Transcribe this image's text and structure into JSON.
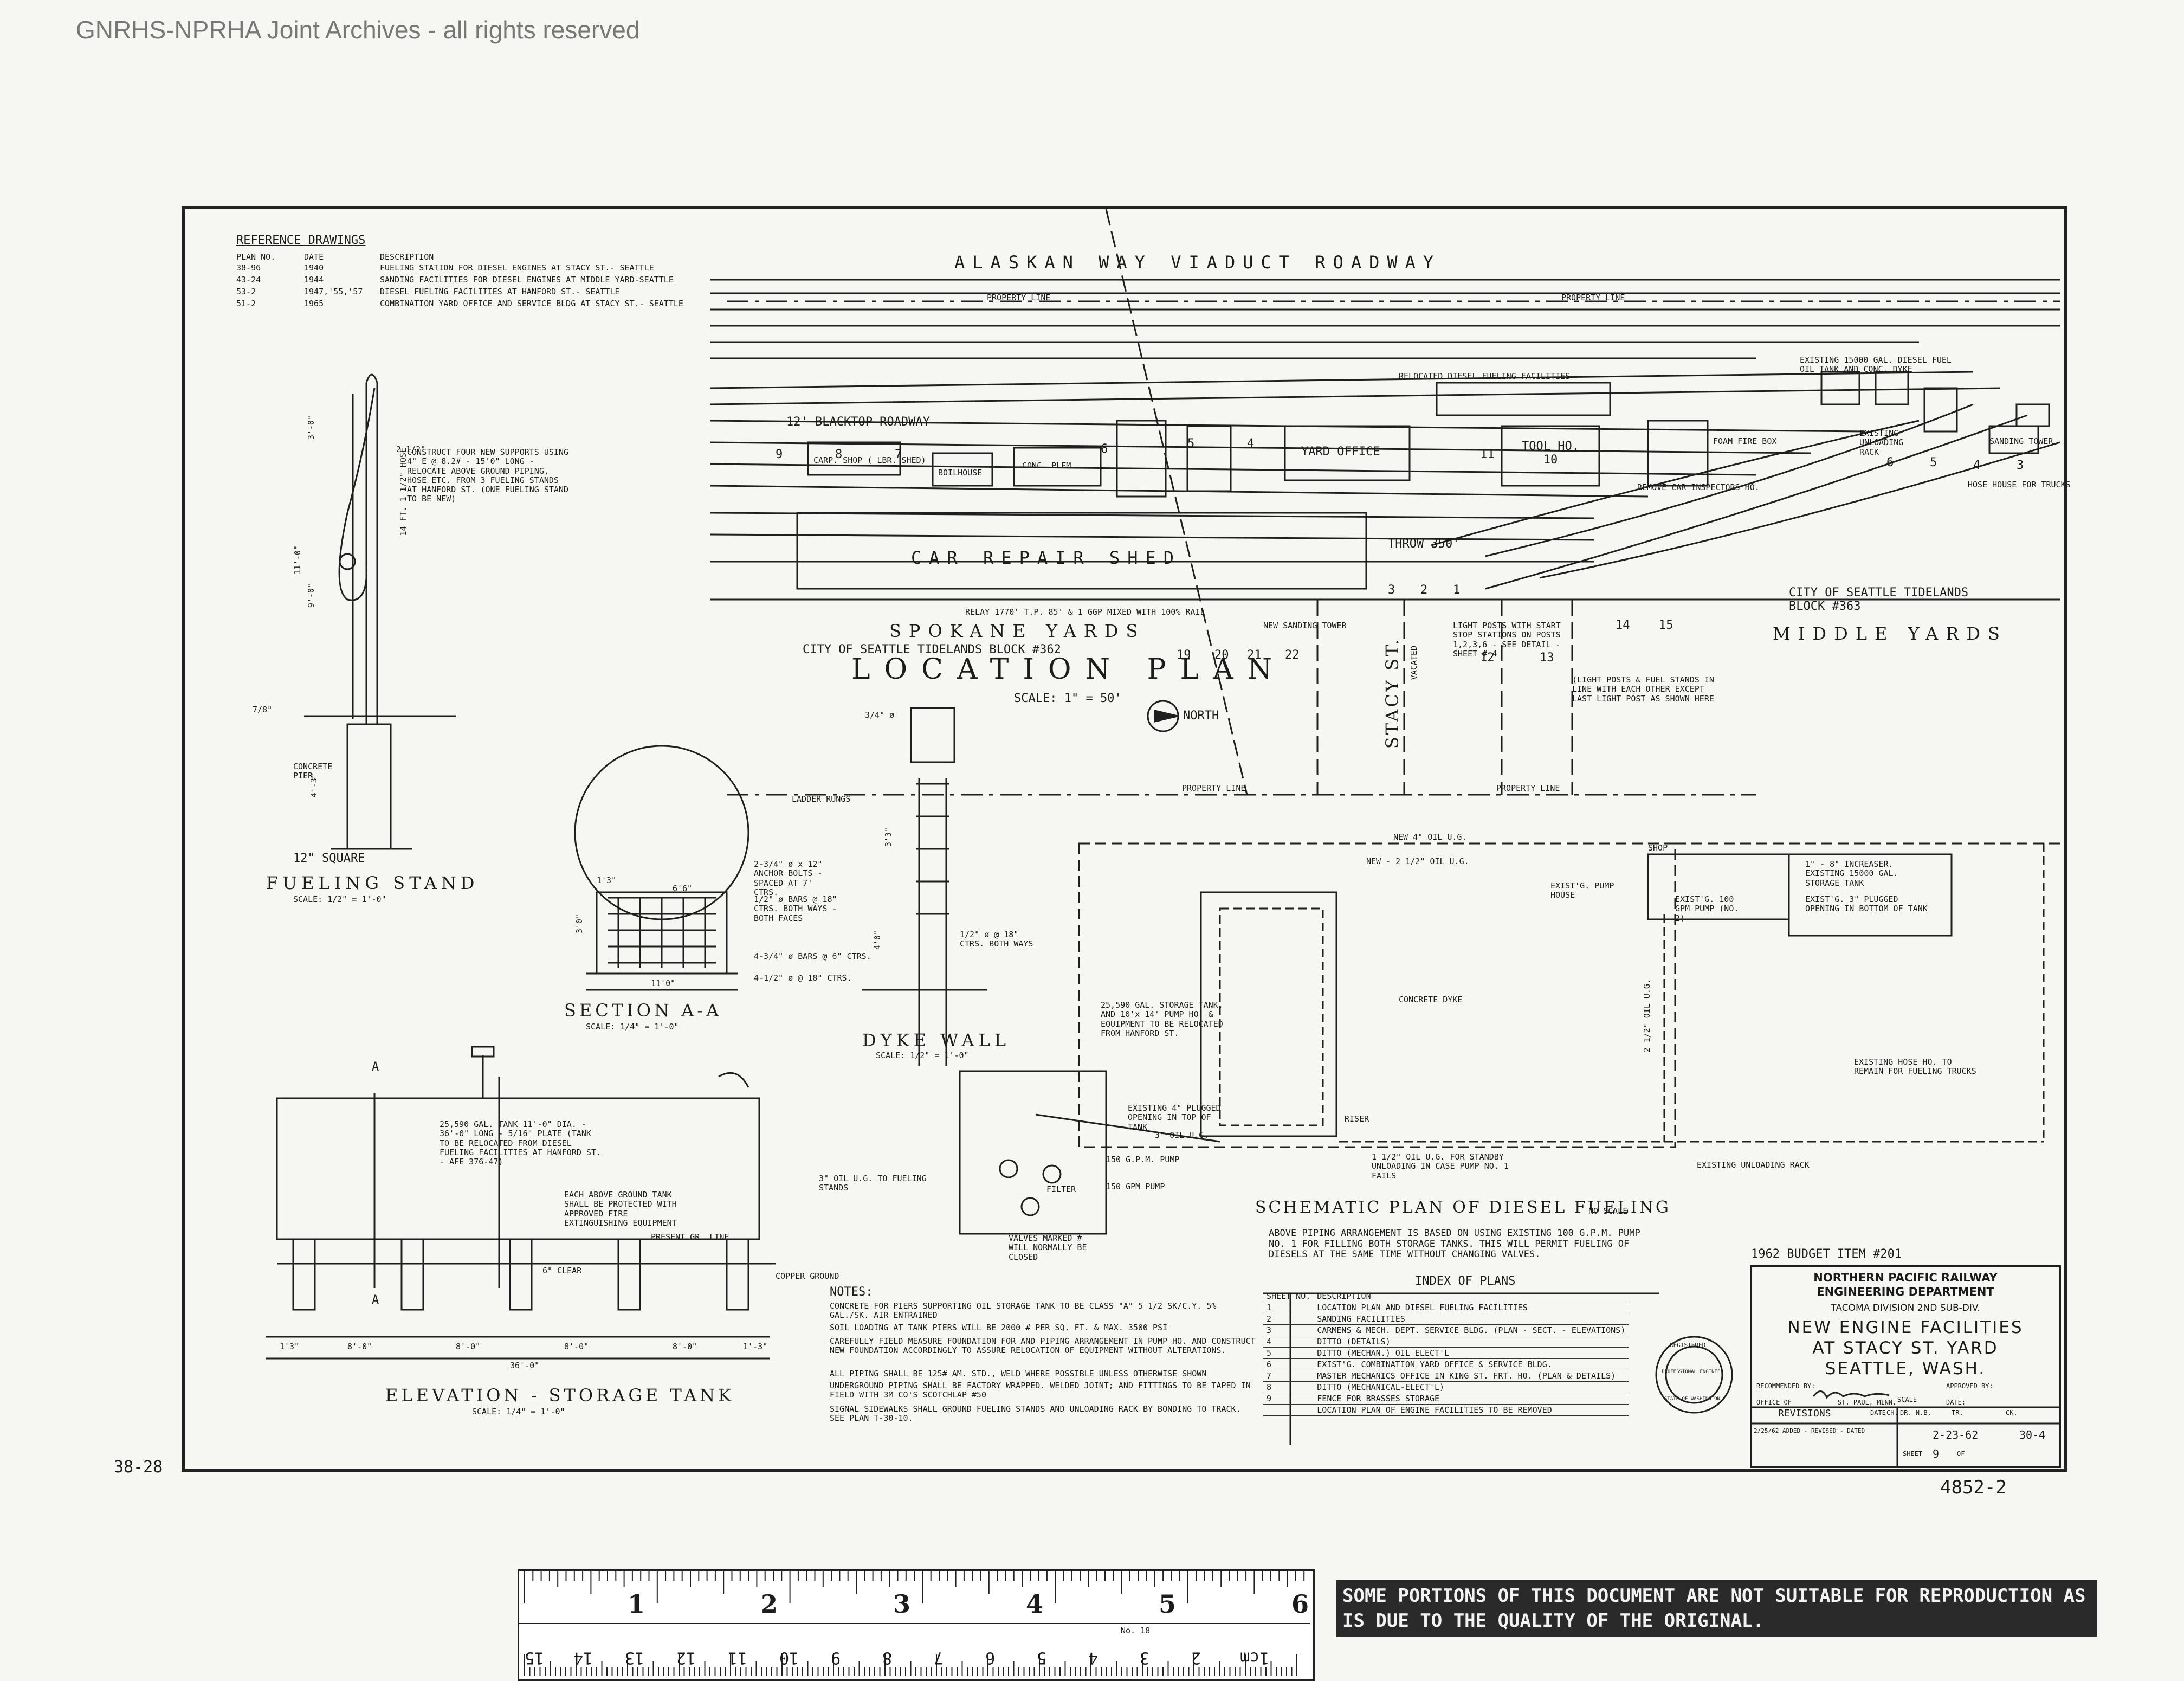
{
  "header": {
    "archive_credit": "GNRHS-NPRHA Joint Archives - all rights reserved"
  },
  "reference": {
    "title": "REFERENCE DRAWINGS",
    "col_plan": "PLAN NO.",
    "col_date": "DATE",
    "col_desc": "DESCRIPTION",
    "rows": [
      {
        "plan": "38-96",
        "date": "1940",
        "desc": "FUELING STATION FOR DIESEL ENGINES AT STACY ST.- SEATTLE"
      },
      {
        "plan": "43-24",
        "date": "1944",
        "desc": "SANDING FACILITIES FOR DIESEL ENGINES AT MIDDLE YARD-SEATTLE"
      },
      {
        "plan": "53-2",
        "date": "1947,'55,'57",
        "desc": "DIESEL FUELING FACILITIES AT HANFORD ST.- SEATTLE"
      },
      {
        "plan": "51-2",
        "date": "1965",
        "desc": "COMBINATION YARD OFFICE AND SERVICE BLDG AT STACY ST.- SEATTLE"
      }
    ]
  },
  "location_plan": {
    "roadway": "ALASKAN WAY VIADUCT ROADWAY",
    "property_line": "PROPERTY LINE",
    "title": "LOCATION PLAN",
    "scale": "SCALE: 1\" = 50'",
    "north": "NORTH",
    "spokane_yards": "SPOKANE YARDS",
    "spokane_block": "CITY OF SEATTLE TIDELANDS BLOCK #362",
    "middle_yards": "MIDDLE YARDS",
    "middle_block": "CITY OF SEATTLE TIDELANDS BLOCK #363",
    "stacy_st": "STACY ST.",
    "vacated": "VACATED",
    "car_repair_shed": "CAR REPAIR SHED",
    "yard_office": "YARD OFFICE",
    "carp_shop": "CARP. SHOP ( LBR. SHED)",
    "boilhouse": "BOILHOUSE",
    "conc_plfm": "CONC. PLFM.",
    "tool_house": "TOOL HO. 10",
    "blacktop": "12' BLACKTOP ROADWAY",
    "relay": "RELAY 1770' T.P. 85' & 1 GGP MIXED WITH 100% RAIL",
    "throw": "THROW 350'",
    "new_sanding_tower": "NEW SANDING TOWER",
    "relocated_diesel": "RELOCATED DIESEL FUELING FACILITIES",
    "remove_car_insp": "REMOVE CAR INSPECTORS HO.",
    "foam_fire_box": "FOAM FIRE BOX",
    "existing_unloading_rack": "EXISTING UNLOADING RACK",
    "hose_house": "HOSE HOUSE FOR TRUCKS",
    "sanding_tower": "SANDING TOWER",
    "light_posts_note": "LIGHT POSTS WITH START STOP STATIONS ON POSTS 1,2,3,6 - SEE DETAIL - SHEET # 4",
    "light_posts_note2": "(LIGHT POSTS & FUEL STANDS IN LINE WITH EACH OTHER EXCEPT LAST LIGHT POST AS SHOWN HERE",
    "existing_15000": "EXISTING 15000 GAL. DIESEL FUEL OIL TANK AND CONC. DYKE",
    "track_numbers": [
      "9",
      "8",
      "7",
      "6",
      "5",
      "4",
      "3",
      "2",
      "1",
      "11",
      "12",
      "13",
      "14",
      "15",
      "19",
      "20",
      "21",
      "22"
    ],
    "middle_track_numbers": [
      "6",
      "5",
      "4",
      "3"
    ]
  },
  "fueling_stand": {
    "title": "FUELING STAND",
    "scale": "SCALE: 1/2\" = 1'-0\"",
    "note": "CONSTRUCT FOUR NEW SUPPORTS USING 4\" E @ 8.2# - 15'0\" LONG - RELOCATE ABOVE GROUND PIPING, HOSE ETC. FROM 3 FUELING STANDS AT HANFORD ST. (ONE FUELING STAND TO BE NEW)",
    "concrete_pier": "CONCRETE PIER",
    "square": "12\" SQUARE",
    "dims": [
      "3'-0\"",
      "9'-0\"",
      "11'-0\"",
      "4'-3\"",
      "2 1/2\"",
      "7/8\""
    ],
    "hose": "14 FT. 1 1/2\" HOSE"
  },
  "section_aa": {
    "title": "SECTION A-A",
    "scale": "SCALE: 1/4\" = 1'-0\"",
    "notes": [
      "2-3/4\" ø x 12\" ANCHOR BOLTS - SPACED AT 7' CTRS.",
      "1/2\" ø BARS @ 18\" CTRS. BOTH WAYS - BOTH FACES",
      "4-3/4\" ø BARS @ 6\" CTRS.",
      "4-1/2\" ø @ 18\" CTRS."
    ],
    "dims": [
      "11'0\"",
      "6'6\"",
      "3'0\"",
      "1'3\""
    ]
  },
  "dyke_wall": {
    "title": "DYKE WALL",
    "scale": "SCALE: 1/2\" = 1'-0\"",
    "ladder_rungs": "LADDER RUNGS",
    "bars": "1/2\" ø @ 18\" CTRS. BOTH WAYS",
    "dims": [
      "3/4\" ø",
      "3'3\"",
      "4'0\""
    ]
  },
  "elevation": {
    "title": "ELEVATION - STORAGE TANK",
    "scale": "SCALE: 1/4\" = 1'-0\"",
    "tank_note": "25,590 GAL. TANK 11'-0\" DIA. - 36'-0\" LONG - 5/16\" PLATE (TANK TO BE RELOCATED FROM DIESEL FUELING FACILITIES AT HANFORD ST. - AFE 376-47)",
    "protect_note": "EACH ABOVE GROUND TANK SHALL BE PROTECTED WITH APPROVED FIRE EXTINGUISHING EQUIPMENT",
    "present_gr_line": "PRESENT GR. LINE",
    "copper_ground": "COPPER GROUND",
    "clear": "6\" CLEAR",
    "section_marks": [
      "A",
      "A"
    ],
    "dims": [
      "1'3\"",
      "8'-0\"",
      "8'-0\"",
      "8'-0\"",
      "8'-0\"",
      "1'-3\"",
      "36'-0\""
    ]
  },
  "schematic": {
    "title": "SCHEMATIC PLAN OF DIESEL FUELING",
    "no_scale": "NO SCALE",
    "new_4_oil": "NEW 4\" OIL U.G.",
    "new_2_oil": "NEW - 2 1/2\" OIL U.G.",
    "existing_pump_house": "EXIST'G. PUMP HOUSE",
    "existing_100_gpm": "EXIST'G. 100 GPM PUMP (NO. 2)",
    "existing_15000_tank": "1\" - 8\" INCREASER. EXISTING 15000 GAL. STORAGE TANK",
    "plugged_opening": "EXIST'G. 3\" PLUGGED OPENING IN BOTTOM OF TANK",
    "concrete_dyke": "CONCRETE DYKE",
    "storage_tank_note": "25,590 GAL. STORAGE TANK, AND 10'x 14' PUMP HO. & EQUIPMENT TO BE RELOCATED FROM HANFORD ST.",
    "existing_4_plugged": "EXISTING 4\" PLUGGED OPENING IN TOP OF TANK",
    "riser": "RISER",
    "oil_ug_3": "3\" OIL U.G.",
    "oil_ug_fueling": "3\" OIL U.G. TO FUELING STANDS",
    "gpm_150a": "150 G.P.M. PUMP",
    "gpm_150b": "150 GPM PUMP",
    "filter": "FILTER",
    "valves_marked": "VALVES MARKED # WILL NORMALLY BE CLOSED",
    "standby": "1 1/2\" OIL U.G. FOR STANDBY UNLOADING IN CASE PUMP NO. 1 FAILS",
    "existing_unloading_rack": "EXISTING UNLOADING RACK",
    "existing_hose_ho": "EXISTING HOSE HO. TO REMAIN FOR FUELING TRUCKS",
    "shop": "SHOP",
    "oil_ug_vertical": "2 1/2\" OIL U.G."
  },
  "above_piping_note": "ABOVE PIPING ARRANGEMENT IS BASED ON USING EXISTING 100 G.P.M. PUMP NO. 1 FOR FILLING BOTH STORAGE TANKS. THIS WILL PERMIT FUELING OF DIESELS AT THE SAME TIME WITHOUT CHANGING VALVES.",
  "notes": {
    "title": "NOTES:",
    "lines": [
      "CONCRETE FOR PIERS SUPPORTING OIL STORAGE TANK TO BE CLASS \"A\" 5 1/2 SK/C.Y. 5% GAL./SK. AIR ENTRAINED",
      "SOIL LOADING AT TANK PIERS WILL BE 2000 # PER SQ. FT.          & MAX. 3500 PSI",
      "CAREFULLY FIELD MEASURE FOUNDATION FOR AND PIPING ARRANGEMENT IN PUMP HO. AND CONSTRUCT NEW FOUNDATION ACCORDINGLY TO ASSURE RELOCATION OF EQUIPMENT WITHOUT ALTERATIONS.",
      "ALL PIPING SHALL BE 125# AM. STD., WELD WHERE POSSIBLE UNLESS OTHERWISE SHOWN",
      "UNDERGROUND PIPING SHALL BE FACTORY WRAPPED. WELDED JOINT; AND FITTINGS TO BE TAPED IN FIELD WITH 3M CO'S SCOTCHLAP #50",
      "SIGNAL SIDEWALKS SHALL GROUND FUELING STANDS AND UNLOADING RACK BY BONDING TO TRACK. SEE PLAN T-30-10."
    ]
  },
  "index_of_plans": {
    "title": "INDEX OF PLANS",
    "col_sheet": "SHEET NO.",
    "col_desc": "DESCRIPTION",
    "rows": [
      {
        "no": "1",
        "desc": "LOCATION PLAN AND DIESEL FUELING FACILITIES"
      },
      {
        "no": "2",
        "desc": "SANDING FACILITIES"
      },
      {
        "no": "3",
        "desc": "CARMENS & MECH. DEPT. SERVICE BLDG. (PLAN - SECT. - ELEVATIONS)"
      },
      {
        "no": "4",
        "desc": "DITTO                                          (DETAILS)"
      },
      {
        "no": "5",
        "desc": "DITTO                        (MECHAN.) OIL ELECT'L"
      },
      {
        "no": "6",
        "desc": "EXIST'G. COMBINATION YARD OFFICE & SERVICE BLDG."
      },
      {
        "no": "7",
        "desc": "MASTER MECHANICS OFFICE IN KING ST. FRT. HO. (PLAN & DETAILS)"
      },
      {
        "no": "8",
        "desc": "DITTO                        (MECHANICAL-ELECT'L)"
      },
      {
        "no": "9",
        "desc": "FENCE FOR BRASSES STORAGE"
      },
      {
        "no": "",
        "desc": "LOCATION PLAN OF ENGINE FACILITIES TO BE REMOVED"
      }
    ]
  },
  "title_block": {
    "budget": "1962 BUDGET ITEM #201",
    "company": "NORTHERN PACIFIC RAILWAY",
    "dept": "ENGINEERING DEPARTMENT",
    "division": "TACOMA DIVISION 2ND SUB-DIV.",
    "line1": "NEW ENGINE FACILITIES",
    "line2": "AT STACY ST. YARD",
    "line3": "SEATTLE, WASH.",
    "recommended_by": "RECOMMENDED BY:",
    "approved_by": "APPROVED BY:",
    "office_of": "OFFICE OF",
    "st_paul": "ST. PAUL, MINN.",
    "date_label": "DATE:",
    "revisions": "REVISIONS",
    "scale": "SCALE",
    "afe_no": "2-23-62",
    "sheet_no": "9",
    "job_no": "30-4",
    "plan_no": "4852-2",
    "left_marker": "38-28",
    "sheet_label": "SHEET",
    "of_label": "OF",
    "date_col": "DATE",
    "ch_col": "CH.",
    "dr_col": "DR. N.B.",
    "tr_col": "TR.",
    "ck_col": "CK.",
    "rev_text": "2/25/62 ADDED - REVISED - DATED"
  },
  "seal": {
    "top": "REGISTERED",
    "mid": "PROFESSIONAL ENGINEER",
    "state": "STATE OF WASHINGTON"
  },
  "ruler": {
    "top_numbers": [
      "1",
      "2",
      "3",
      "4",
      "5",
      "6"
    ],
    "bottom_numbers": [
      "1cm",
      "2",
      "3",
      "4",
      "5",
      "6",
      "7",
      "8",
      "9",
      "10",
      "11",
      "12",
      "13",
      "14",
      "15"
    ],
    "model": "No. 18"
  },
  "warning": "SOME PORTIONS OF THIS DOCUMENT ARE NOT SUITABLE FOR REPRODUCTION AS IS DUE TO THE QUALITY OF THE ORIGINAL."
}
